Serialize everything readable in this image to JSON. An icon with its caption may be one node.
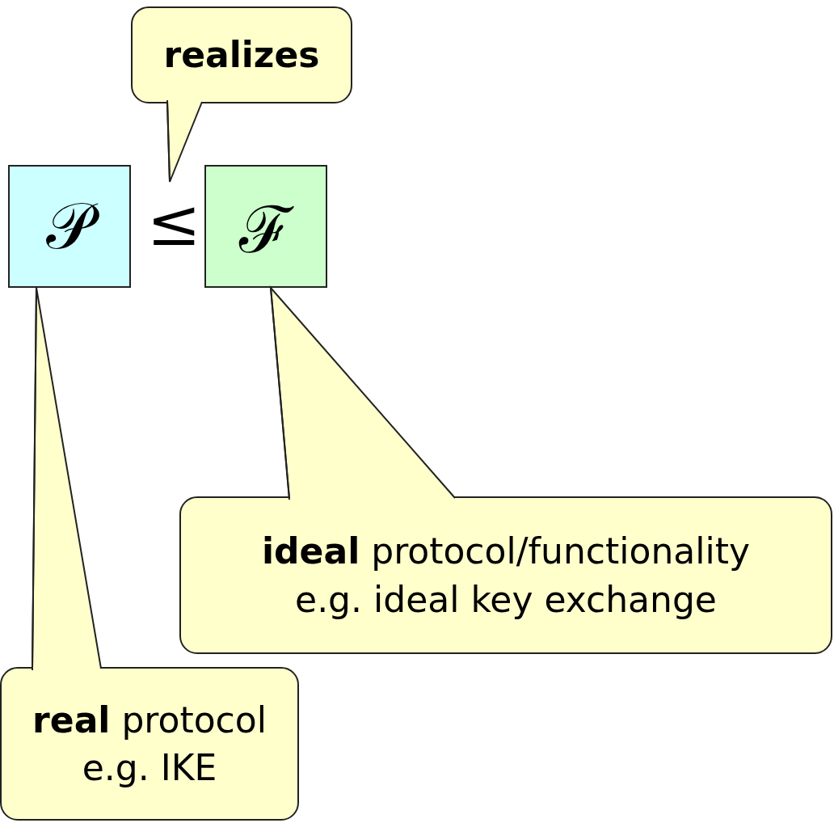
{
  "diagram": {
    "nodes": [
      {
        "text": [
          "𝒫"
        ]
      },
      {
        "text": [
          "≤"
        ]
      },
      {
        "text": [
          "ℱ"
        ]
      },
      {
        "text": [
          "realizes"
        ]
      },
      {
        "text": [
          "**real** protocol",
          "e.g. IKE"
        ]
      },
      {
        "text": [
          "**ideal** protocol/functionality",
          "e.g. ideal key exchange"
        ]
      }
    ],
    "edges": [
      {
        "from": 3,
        "to": 1,
        "arrow": "none"
      },
      {
        "from": 4,
        "to": 0,
        "arrow": "none"
      },
      {
        "from": 5,
        "to": 2,
        "arrow": "none"
      }
    ]
  }
}
